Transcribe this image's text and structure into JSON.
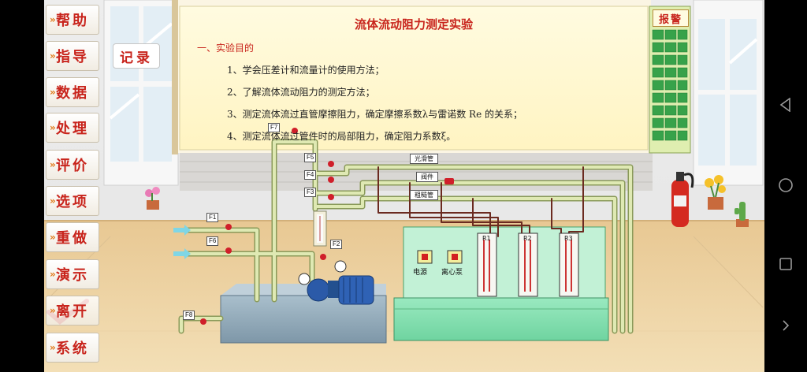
{
  "sidebar": {
    "items": [
      {
        "label": "帮助"
      },
      {
        "label": "指导"
      },
      {
        "label": "数据"
      },
      {
        "label": "处理"
      },
      {
        "label": "评价"
      },
      {
        "label": "选项"
      },
      {
        "label": "重做"
      },
      {
        "label": "演示"
      },
      {
        "label": "离开"
      },
      {
        "label": "系统"
      }
    ]
  },
  "record_button": {
    "label": "记录"
  },
  "alarm": {
    "label": "报警"
  },
  "board": {
    "title": "流体流动阻力测定实验",
    "section": "一、实验目的",
    "lines": [
      "1、学会压差计和流量计的使用方法；",
      "2、了解流体流动阻力的测定方法；",
      "3、测定流体流过直管摩擦阻力，确定摩擦系数λ与雷诺数 Re 的关系；",
      "4、测定流体流过管件时的局部阻力，确定阻力系数ξ。"
    ]
  },
  "valves": {
    "f1": "F1",
    "f2": "F2",
    "f3": "F3",
    "f4": "F4",
    "f5": "F5",
    "f6": "F6",
    "f7": "F7",
    "f8": "F8"
  },
  "pipes": {
    "smooth": "光滑管",
    "valve_pipe": "阀件",
    "rough": "粗糙管"
  },
  "control_panel": {
    "power": "电源",
    "pump": "离心泵",
    "manometers": [
      "R1",
      "R2",
      "R3"
    ]
  },
  "android_nav": {
    "back": "back-icon",
    "home": "home-icon",
    "recents": "recents-icon",
    "forward": "forward-icon"
  },
  "colors": {
    "sidebar_text": "#c8241c",
    "board_title": "#c8241c",
    "pipe": "#c9d79a",
    "panel_green": "#86e2b2",
    "water_tank": "#8fa6b5"
  }
}
